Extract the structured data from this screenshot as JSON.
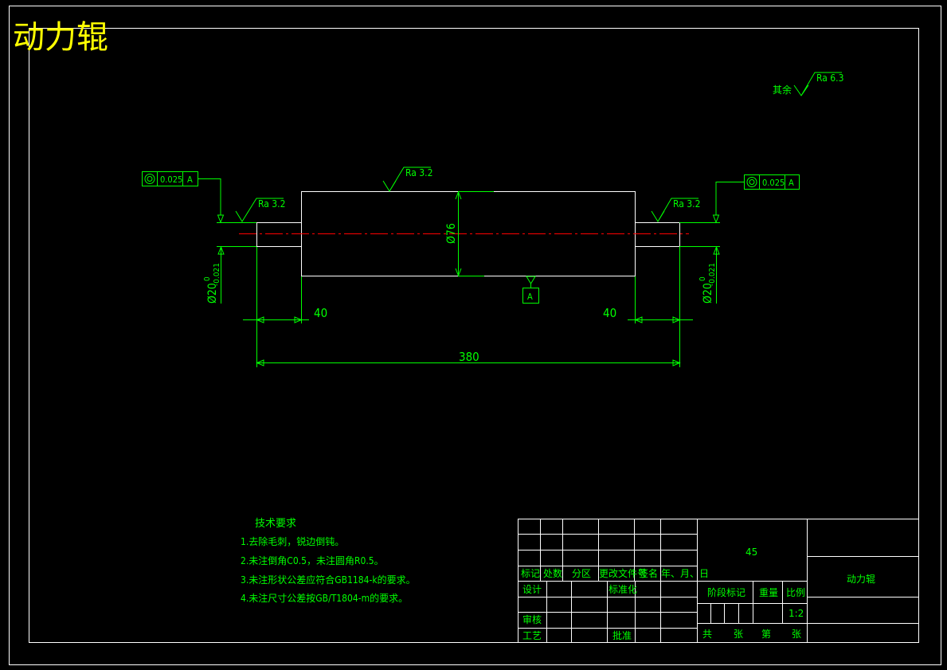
{
  "drawing_title": "动力辊",
  "colors": {
    "background": "#000000",
    "frame": "#ffffff",
    "dimension": "#00ff00",
    "title": "#ffff00",
    "centerline": "#ff0000"
  },
  "roughness": {
    "general_prefix": "其余",
    "general_value": "Ra 6.3",
    "body_value": "Ra 3.2",
    "left_shaft_value": "Ra 3.2",
    "right_shaft_value": "Ra 3.2"
  },
  "tolerance_frames": {
    "left": {
      "symbol": "concentricity-icon",
      "value": "0.025",
      "datum": "A"
    },
    "right": {
      "symbol": "concentricity-icon",
      "value": "0.025",
      "datum": "A"
    }
  },
  "datum_label": "A",
  "dimensions": {
    "body_diameter": "Ø76",
    "left_shaft_diameter": "Ø20",
    "left_shaft_tol_upper": "0",
    "left_shaft_tol_lower": "-0.021",
    "right_shaft_diameter": "Ø20",
    "right_shaft_tol_upper": "0",
    "right_shaft_tol_lower": "-0.021",
    "left_shaft_length": "40",
    "right_shaft_length": "40",
    "total_length": "380"
  },
  "technical_requirements": {
    "heading": "技术要求",
    "items": [
      "1.去除毛刺，锐边倒钝。",
      "2.未注倒角C0.5，未注圆角R0.5。",
      "3.未注形状公差应符合GB1184-k的要求。",
      "4.未注尺寸公差按GB/T1804-m的要求。"
    ]
  },
  "title_block": {
    "material": "45",
    "part_name": "动力辊",
    "headers": [
      "标记",
      "处数",
      "分区",
      "更改文件号",
      "签名",
      "年、月、日"
    ],
    "design": "设计",
    "standardization": "标准化",
    "review": "审核",
    "process": "工艺",
    "approval": "批准",
    "stage_mark": "阶段标记",
    "weight": "重量",
    "scale_label": "比例",
    "scale_value": "1:2",
    "sheet_total": "共",
    "sheet_unit_1": "张",
    "sheet_no": "第",
    "sheet_unit_2": "张"
  }
}
